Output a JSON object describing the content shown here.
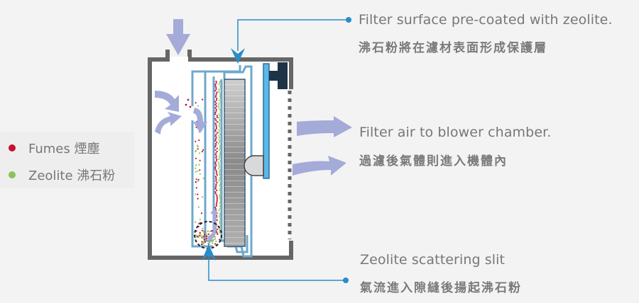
{
  "callouts": {
    "filter_surface": {
      "en": "Filter surface pre-coated with zeolite.",
      "zh": "沸石粉將在濾材表面形成保護層"
    },
    "filter_air": {
      "en": "Filter air to blower chamber.",
      "zh": "過濾後氣體則進入機體內"
    },
    "scattering_slit": {
      "en": "Zeolite scattering slit",
      "zh": "氣流進入隙縫後揚起沸石粉"
    }
  },
  "legend": [
    {
      "label": "Fumes 煙塵",
      "color": "#c8102e"
    },
    {
      "label": "Zeolite 沸石粉",
      "color": "#8dc15a"
    }
  ],
  "colors": {
    "arrow_fill": "#a4abd8",
    "callout_line": "#2a8cc8",
    "housing": "#666666",
    "duct": "#6fa8cc",
    "panel": "#5ab8ea",
    "motor": "#1e3446"
  },
  "icons": {
    "inlet_arrow": "arrow-down-icon",
    "swirl_arrows": "curved-arrow-icon",
    "outlet_arrows": "arrow-right-icon",
    "pointer": "arrowhead-icon"
  }
}
